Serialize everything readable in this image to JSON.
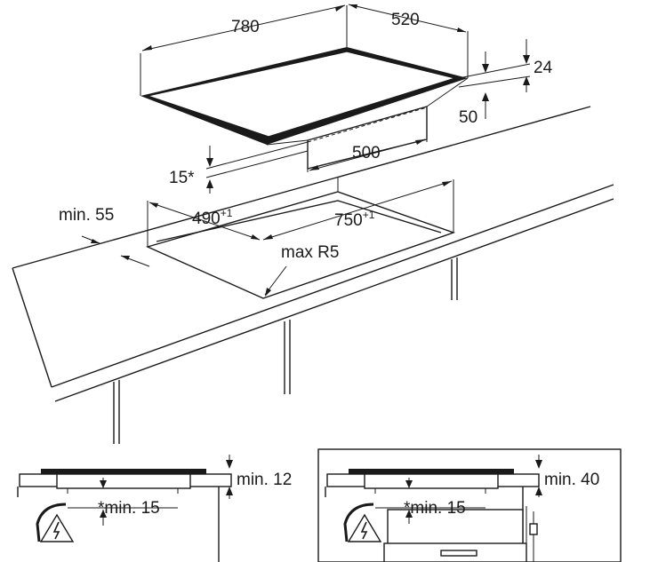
{
  "top_view": {
    "hob_width": "780",
    "hob_depth": "520",
    "hob_thickness": "24",
    "rear_offset": "50",
    "body_width": "500",
    "bottom_clearance": "15*",
    "front_min": "min. 55",
    "cutout_depth": "490",
    "cutout_depth_tol": "+1",
    "cutout_width": "750",
    "cutout_width_tol": "+1",
    "corner_radius": "max R5"
  },
  "section_left": {
    "top_clearance": "min. 12",
    "under_clearance": "*min. 15"
  },
  "section_right": {
    "top_clearance": "min. 40",
    "under_clearance": "*min. 15"
  },
  "icons": [
    "electric-hazard-icon",
    "electric-hazard-icon"
  ]
}
